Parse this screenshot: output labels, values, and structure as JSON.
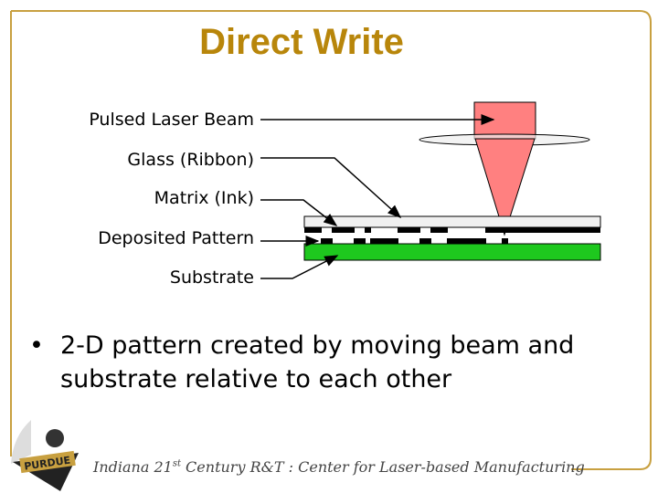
{
  "title": "Direct Write",
  "diagram": {
    "labels": {
      "beam": "Pulsed Laser Beam",
      "glass": "Glass (Ribbon)",
      "matrix": "Matrix (Ink)",
      "deposited": "Deposited Pattern",
      "substrate": "Substrate"
    },
    "colors": {
      "beam": "#ff8080",
      "glass": "#f0f0f0",
      "substrate": "#1ec81e",
      "frame": "#c8a040",
      "title": "#b8860b"
    }
  },
  "bullets": [
    "2-D pattern created by moving beam and substrate relative to each other"
  ],
  "footer": {
    "pre": "Indiana 21",
    "sup": "st",
    "post": " Century R&T :  Center for Laser-based Manufacturing"
  },
  "logo": {
    "text": "PURDUE"
  }
}
